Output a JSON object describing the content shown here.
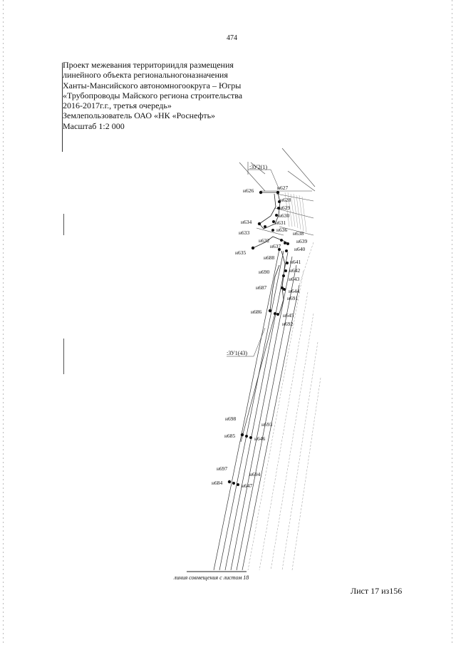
{
  "page_number": "474",
  "title_lines": [
    "Проект межевания территориидля размещения",
    "линейного объекта региональногоназначения",
    "Ханты-Мансийского автономногоокруга – Югры",
    "«Трубопроводы Майского региона строительства",
    "2016-2017г.г., третья очередь»",
    "Землепользователь ОАО «НК «Роснефть»",
    "Масштаб 1:2 000"
  ],
  "zones": {
    "zu2": ":ЗУ2(1)",
    "zu1": ":ЗУ1(43)"
  },
  "points": [
    "н626",
    "н627",
    "н628",
    "н629",
    "н630",
    "н631",
    "н632",
    "н633",
    "н634",
    "н635",
    "н636",
    "н637",
    "н638",
    "н639",
    "н640",
    "н641",
    "н642",
    "н643",
    "н644",
    "н645",
    "н646",
    "н647",
    "н684",
    "н685",
    "н686",
    "н687",
    "н688",
    "н690",
    "н691",
    "н692",
    "н693",
    "н694",
    "н697",
    "н698"
  ],
  "caption": "линия совмещения с листом 18",
  "sheet_label": "Лист 17 из156"
}
